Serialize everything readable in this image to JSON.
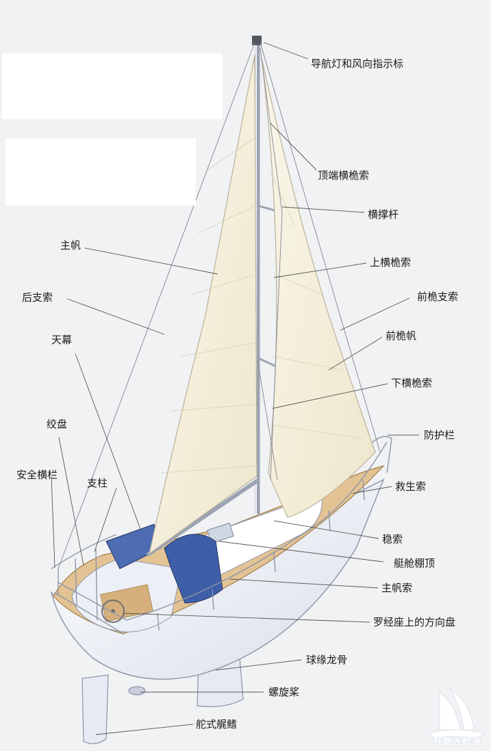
{
  "labels": {
    "nav_light": "导航灯和风向指示标",
    "top_shroud": "顶端横桅索",
    "spreader": "横撑杆",
    "mainsail": "主帆",
    "upper_shroud": "上横桅索",
    "backstay": "后支索",
    "forestay": "前桅支索",
    "sunshade": "天幕",
    "jib": "前桅帆",
    "lower_shroud": "下横桅索",
    "winch": "绞盘",
    "pulpit": "防护栏",
    "lifeline_rail": "安全横栏",
    "stanchion": "支柱",
    "jackstay": "救生索",
    "stay": "稳索",
    "dodger": "艇舱棚顶",
    "mainsheet": "主帆索",
    "binnacle_wheel": "罗经座上的方向盘",
    "bulb_keel": "球缘龙骨",
    "propeller": "螺旋桨",
    "skeg_rudder": "舵式艉鳍"
  },
  "watermark": {
    "text": "我要去航海"
  },
  "colors": {
    "sail": "#f4efdc",
    "deck": "#e3c394",
    "hull": "#eef1f8",
    "canvas_blue": "#3e5fa8",
    "leader_line": "#555555",
    "background": "#f1f2f4"
  }
}
